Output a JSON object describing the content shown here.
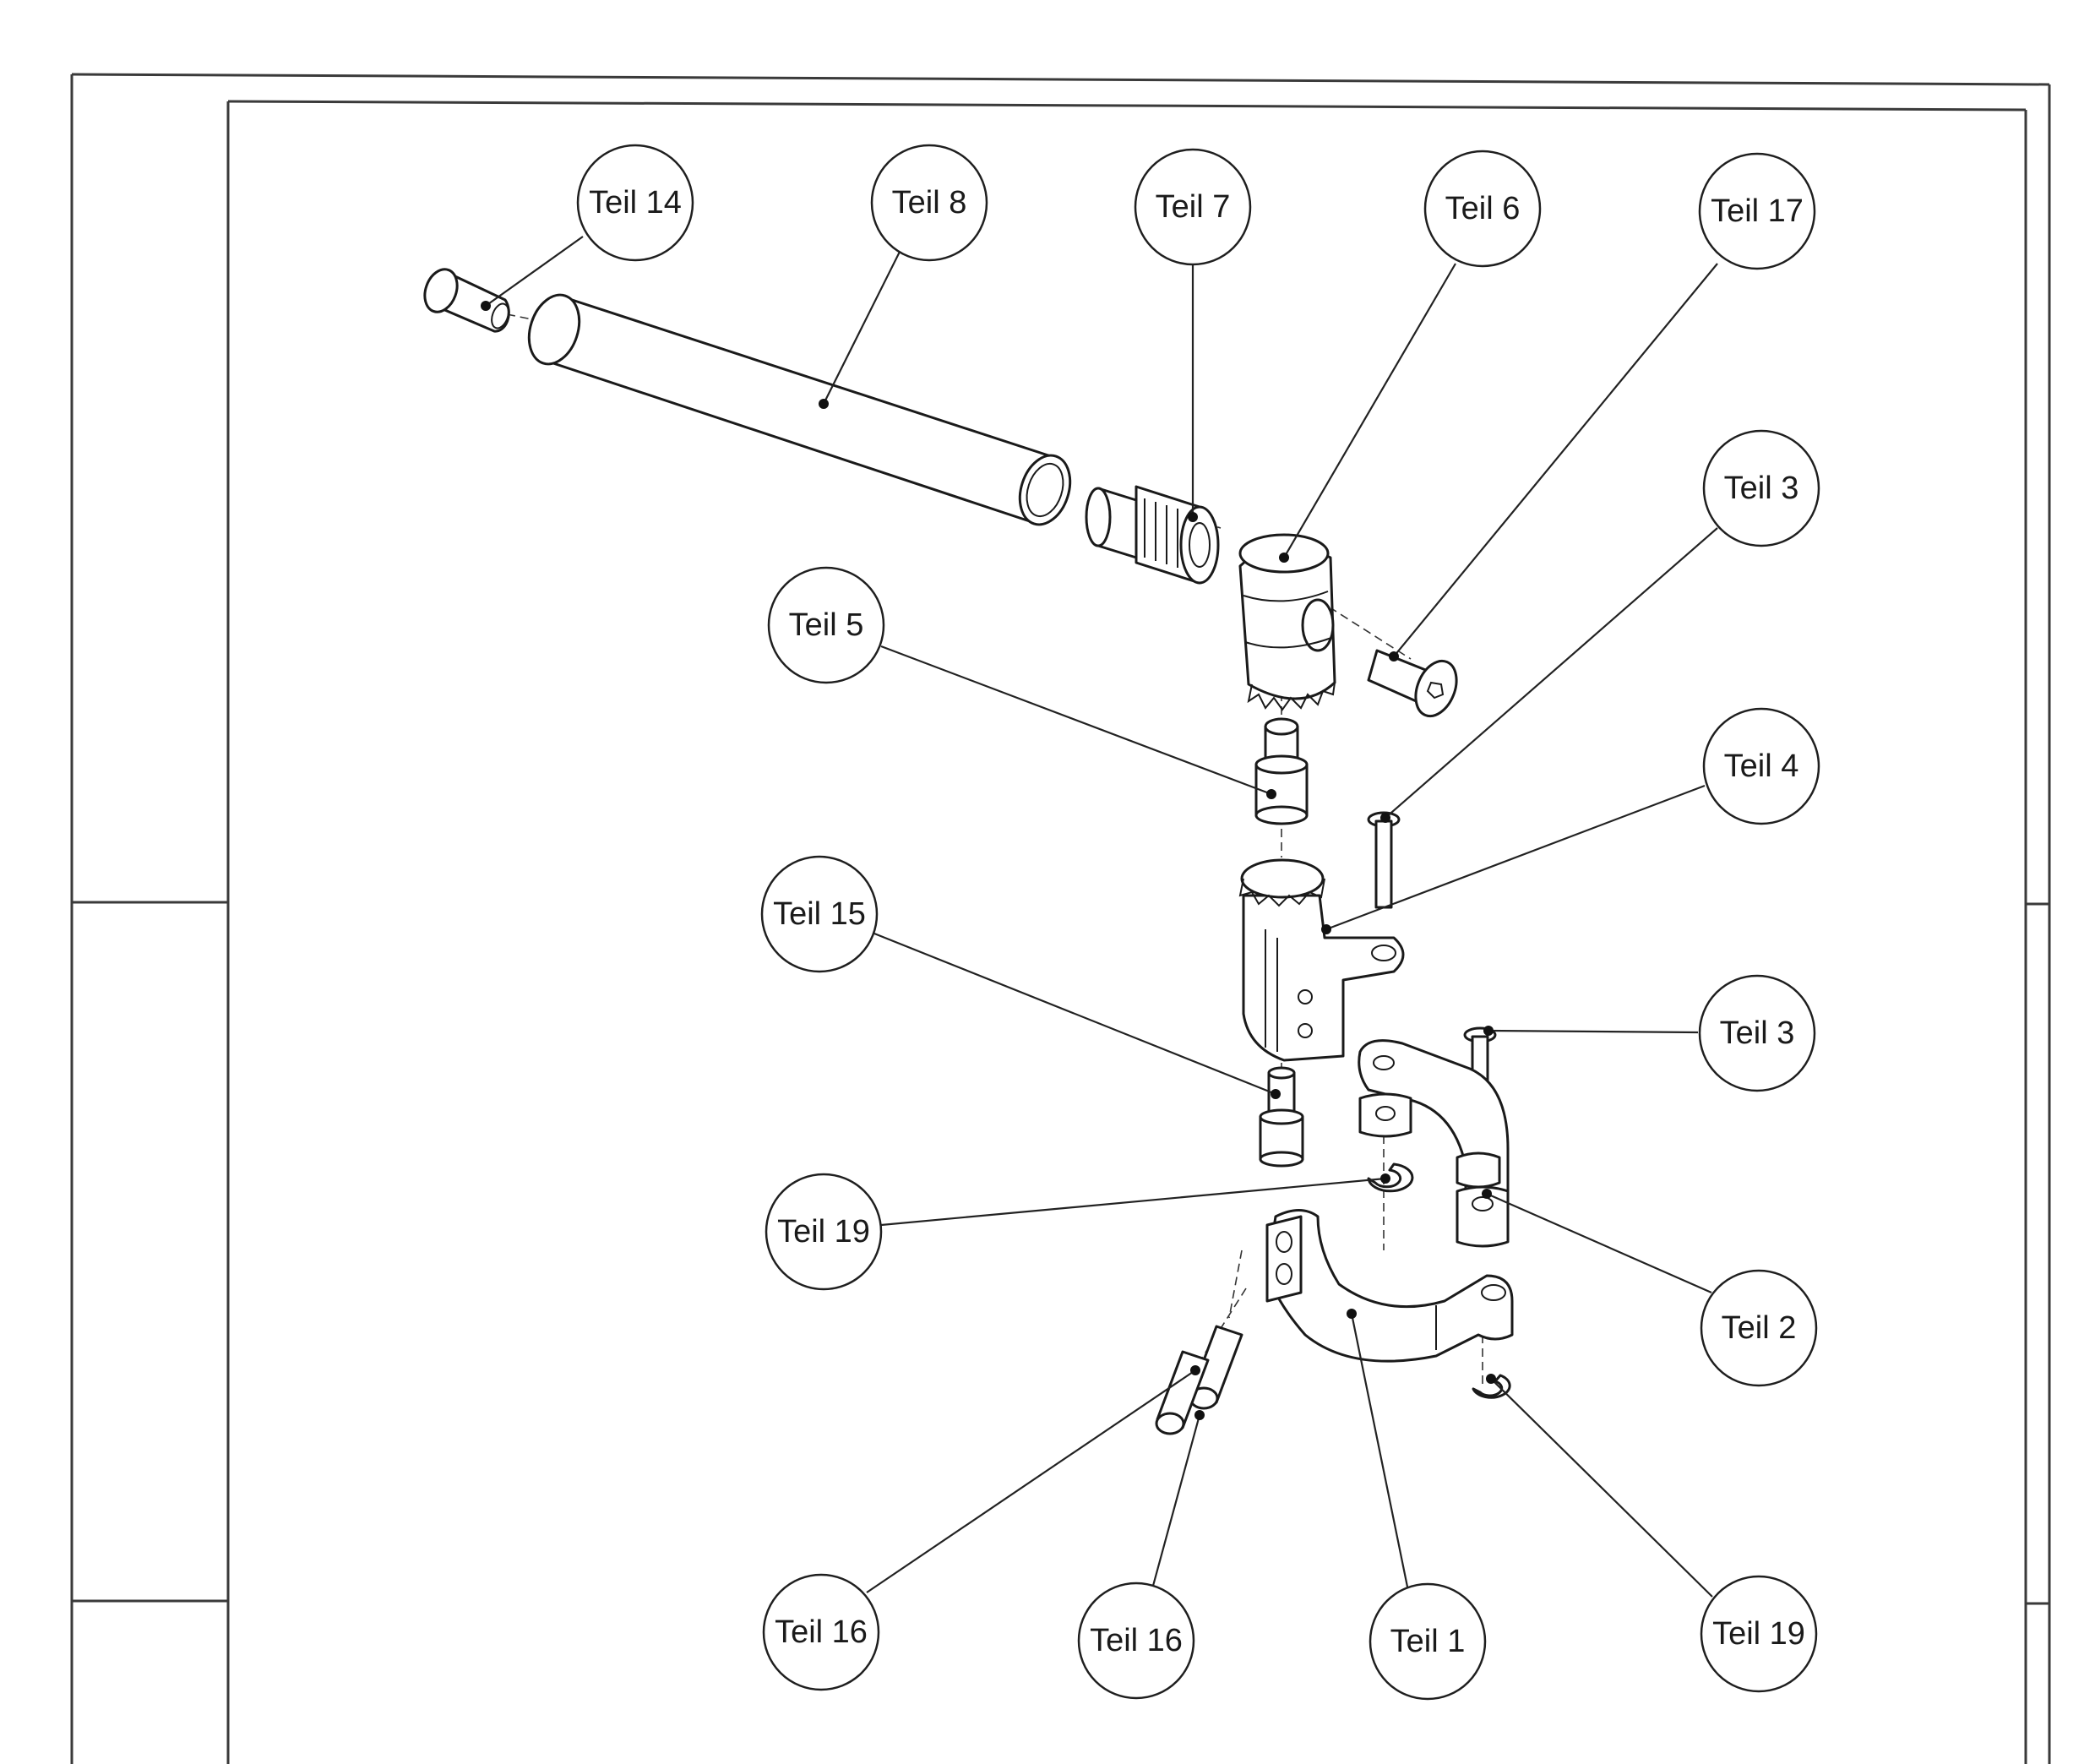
{
  "diagram": {
    "title": "",
    "callouts": [
      {
        "id": "c14",
        "label": "Teil 14"
      },
      {
        "id": "c8",
        "label": "Teil 8"
      },
      {
        "id": "c7",
        "label": "Teil 7"
      },
      {
        "id": "c6",
        "label": "Teil 6"
      },
      {
        "id": "c17",
        "label": "Teil 17"
      },
      {
        "id": "c3a",
        "label": "Teil 3"
      },
      {
        "id": "c5",
        "label": "Teil 5"
      },
      {
        "id": "c4",
        "label": "Teil 4"
      },
      {
        "id": "c15",
        "label": "Teil 15"
      },
      {
        "id": "c3b",
        "label": "Teil 3"
      },
      {
        "id": "c19a",
        "label": "Teil 19"
      },
      {
        "id": "c2",
        "label": "Teil 2"
      },
      {
        "id": "c16a",
        "label": "Teil 16"
      },
      {
        "id": "c16b",
        "label": "Teil 16"
      },
      {
        "id": "c1",
        "label": "Teil 1"
      },
      {
        "id": "c19b",
        "label": "Teil 19"
      }
    ]
  }
}
